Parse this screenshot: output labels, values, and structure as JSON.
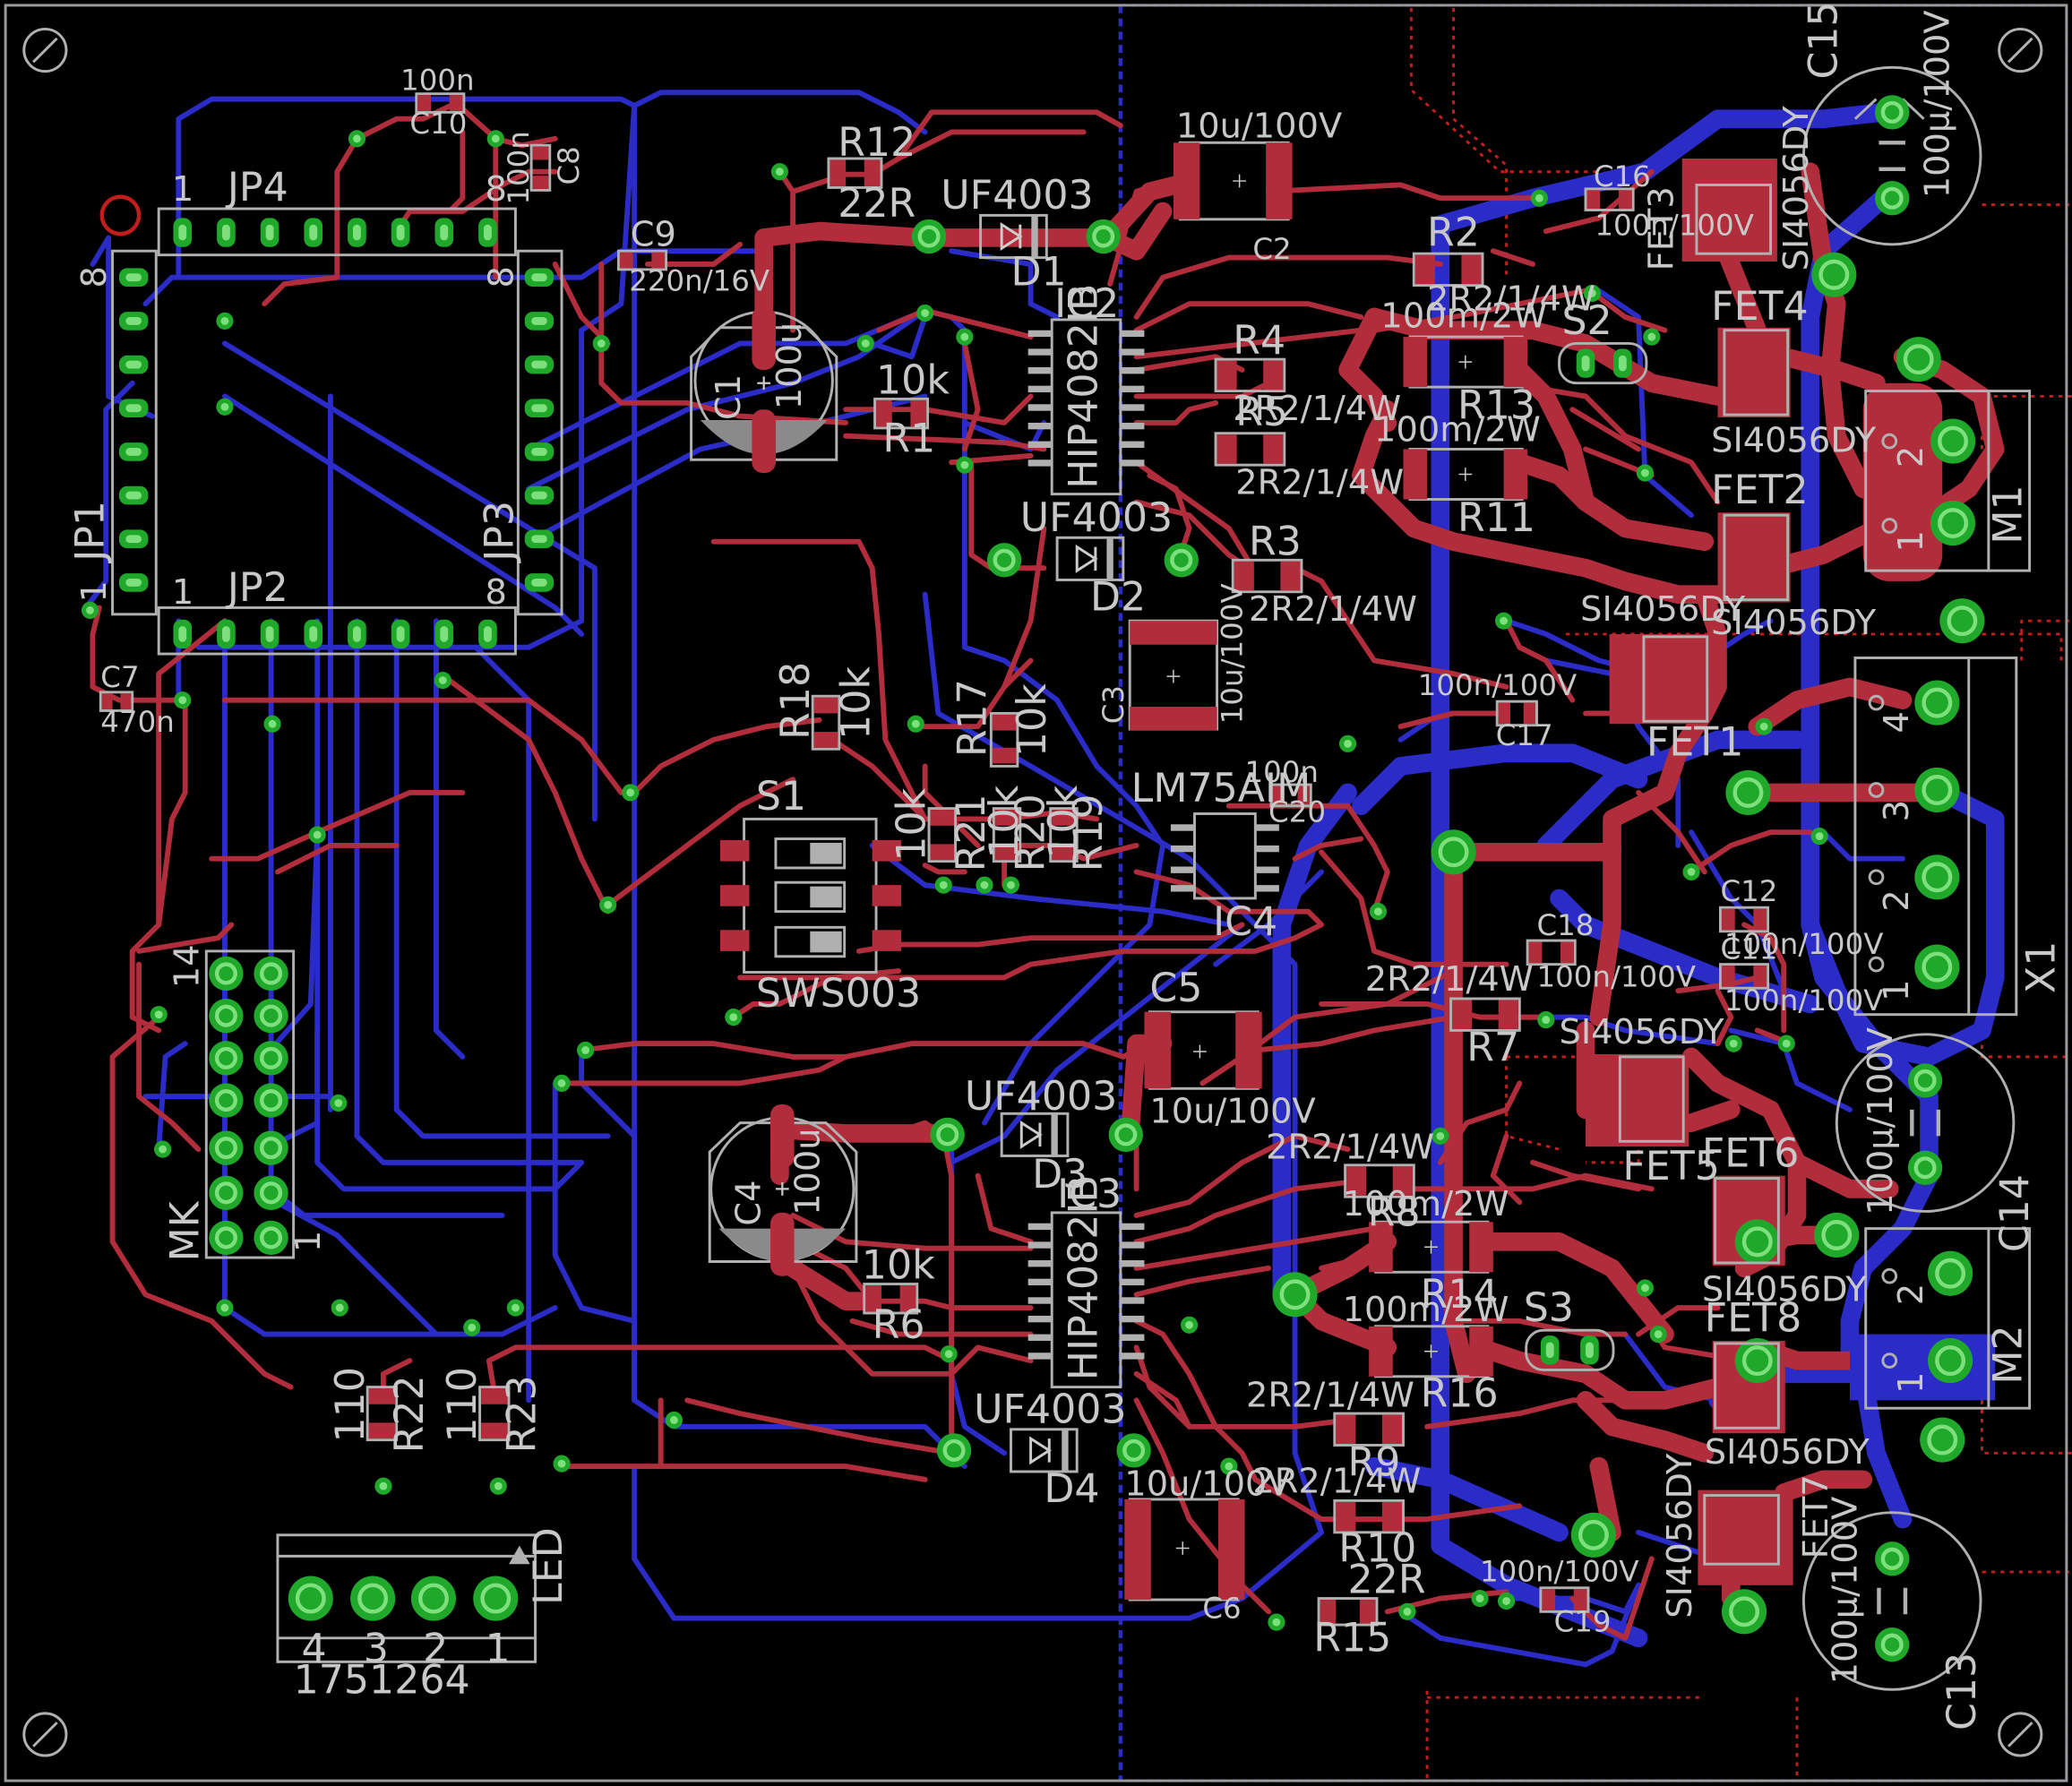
{
  "colors": {
    "background": "#000000",
    "top_copper": "#b22d3c",
    "bottom_copper": "#2b2bc8",
    "pad": "#1fa82a",
    "pad_ring": "#7de07d",
    "silkscreen": "#c8c8c8",
    "outline": "#b0b0b0",
    "dimension_red": "#c21d1d"
  },
  "labels": {
    "C10": "C10",
    "C10v": "100n",
    "C8": "C8",
    "C8v": "100n",
    "R12": "R12",
    "R12v": "22R",
    "D1": "D1",
    "D1v": "UF4003",
    "C2": "C2",
    "C2v": "10u/100V",
    "C15": "C15",
    "C15v": "100µ/100V",
    "C16": "C16",
    "C16v": "100n/100V",
    "FET3": "FET3",
    "FET3v": "SI4056DY",
    "R2": "R2",
    "R2v": "2R2/1/4W",
    "JP4": "JP4",
    "JP4p1": "1",
    "JP4p8": "8",
    "C9": "C9",
    "C9v": "220n/16V",
    "IC2": "IC2",
    "IC2v": "HIP4082IB",
    "R4": "R4",
    "R4v": "2R2/1/4W",
    "R13": "R13",
    "R13v": "100m/2W",
    "S2": "S2",
    "FET4": "FET4",
    "FET4v": "SI4056DY",
    "C1": "C1",
    "C1v": "100u",
    "R1": "R1",
    "R1v": "10k",
    "R5": "R5",
    "R5v": "2R2/1/4W",
    "R11": "R11",
    "R11v": "100m/2W",
    "FET2": "FET2",
    "FET2v": "SI4056DY",
    "M1": "M1",
    "M1p1": "1",
    "M1p2": "2",
    "JP1": "JP1",
    "JP1p1": "1",
    "JP1p8": "8",
    "JP3": "JP3",
    "JP3p8": "8",
    "D2": "D2",
    "D2v": "UF4003",
    "R3": "R3",
    "R3v": "2R2/1/4W",
    "FET1": "FET1",
    "FET1v": "SI4056DY",
    "JP2": "JP2",
    "JP2p1": "1",
    "JP2p8": "8",
    "C3": "C3",
    "C3v": "10u/100V",
    "C7": "C7",
    "C7v": "470n",
    "C17": "C17",
    "C17v": "100n/100V",
    "X1": "X1",
    "X1p1": "1",
    "X1p2": "2",
    "X1p3": "3",
    "X1p4": "4",
    "R18": "R18",
    "R18v": "10k",
    "R17": "R17",
    "R17v": "10k",
    "S1": "S1",
    "S1v": "SWS003",
    "R21": "R21",
    "R21v": "10k",
    "R20": "R20",
    "R20v": "10k",
    "R19": "R19",
    "R19v": "10k",
    "IC4": "IC4",
    "IC4v": "LM75AIM",
    "C20": "C20",
    "C20v": "100n",
    "C12": "C12",
    "C12v": "100n/100V",
    "C11": "C11",
    "C11v": "100n/100V",
    "C18": "C18",
    "C18v": "100n/100V",
    "R7": "R7",
    "R7v": "2R2/1/4W",
    "FET5": "FET5",
    "FET5v": "SI4056DY",
    "MK": "MK",
    "MKp14": "14",
    "MKp1": "1",
    "C5": "C5",
    "C5v": "10u/100V",
    "D3": "D3",
    "D3v": "UF4003",
    "C4": "C4",
    "C4v": "100u",
    "IC3": "IC3",
    "IC3v": "HIP4082IB",
    "R8": "R8",
    "R8v": "2R2/1/4W",
    "R14": "R14",
    "R14v": "100m/2W",
    "FET6": "FET6",
    "FET6v": "SI4056DY",
    "C14": "C14",
    "C14v": "100µ/100V",
    "R6": "R6",
    "R6v": "10k",
    "S3": "S3",
    "R16": "R16",
    "R16v": "100m/2W",
    "FET8": "FET8",
    "FET8v": "SI4056DY",
    "M2": "M2",
    "M2p1": "1",
    "M2p2": "2",
    "R9": "R9",
    "R9v": "2R2/1/4W",
    "R22": "R22",
    "R22v": "110",
    "R23": "R23",
    "R23v": "110",
    "D4": "D4",
    "D4v": "UF4003",
    "C6": "C6",
    "C6v": "10u/100V",
    "R10": "R10",
    "R10v": "2R2/1/4W",
    "FET7": "FET7",
    "FET7v": "SI4056DY",
    "R15": "R15",
    "R15v": "22R",
    "C19": "C19",
    "C19v": "100n/100V",
    "C13": "C13",
    "C13v": "100µ/100V",
    "LED": "LED",
    "LEDv": "1751264",
    "LEDp1": "1",
    "LEDp2": "2",
    "LEDp3": "3",
    "LEDp4": "4"
  }
}
